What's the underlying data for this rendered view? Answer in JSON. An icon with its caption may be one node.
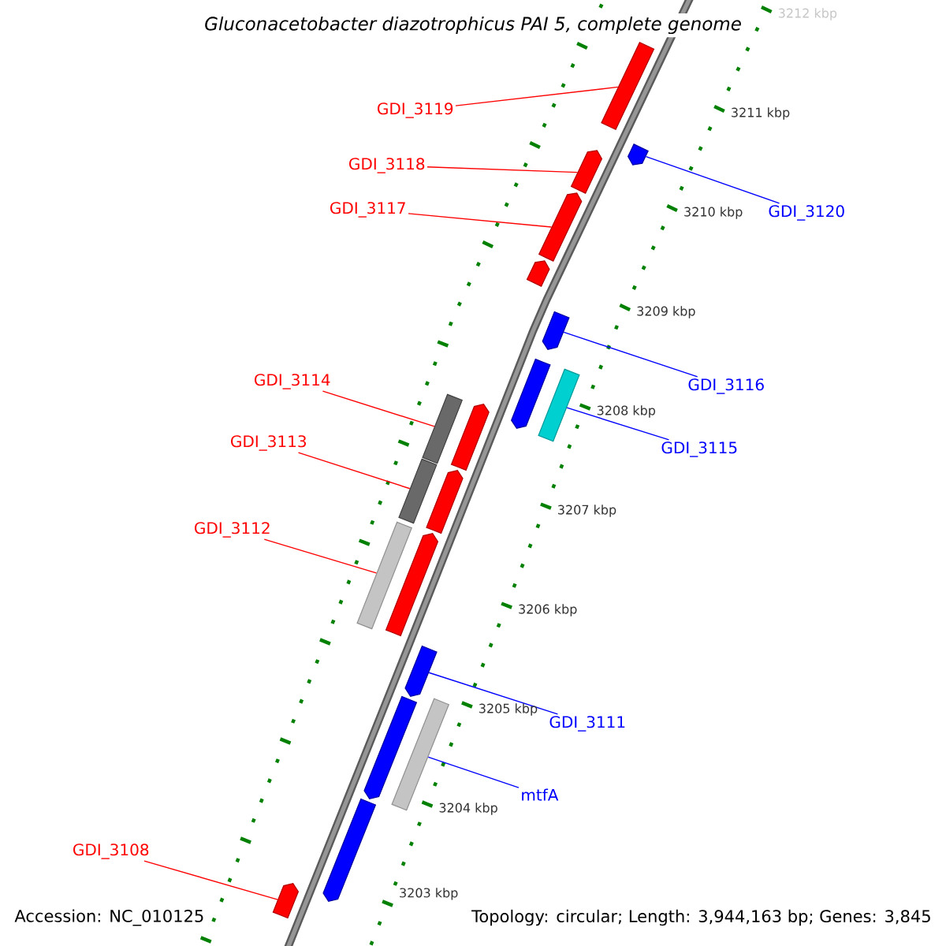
{
  "diagram": {
    "title": "Gluconacetobacter diazotrophicus PAI 5, complete genome",
    "nodes": [
      {
        "text": [
          "GDI_3119"
        ]
      },
      {
        "text": [
          "GDI_3118"
        ]
      },
      {
        "text": [
          "GDI_3120"
        ]
      },
      {
        "text": [
          "GDI_3117"
        ]
      },
      {
        "text": [
          "GDI_3116"
        ]
      },
      {
        "text": [
          "GDI_3114"
        ]
      },
      {
        "text": [
          "GDI_3115"
        ]
      },
      {
        "text": [
          "GDI_3113"
        ]
      },
      {
        "text": [
          "GDI_3112"
        ]
      },
      {
        "text": [
          "GDI_3111"
        ]
      },
      {
        "text": [
          "mtfA"
        ]
      },
      {
        "text": [
          "GDI_3108"
        ]
      },
      {
        "text": [],
        "shape": "bar"
      },
      {
        "text": [],
        "shape": "arrow"
      },
      {
        "text": [],
        "shape": "arrow"
      },
      {
        "text": [],
        "shape": "arrow"
      },
      {
        "text": [],
        "shape": "arrow"
      },
      {
        "text": [],
        "shape": "arrow"
      },
      {
        "text": [],
        "shape": "arrow"
      },
      {
        "text": [],
        "shape": "bar"
      },
      {
        "text": [],
        "shape": "bar"
      },
      {
        "text": [],
        "shape": "arrow"
      },
      {
        "text": [],
        "shape": "bar"
      },
      {
        "text": [],
        "shape": "arrow"
      },
      {
        "text": [],
        "shape": "bar"
      },
      {
        "text": [],
        "shape": "arrow"
      },
      {
        "text": [],
        "shape": "arrow"
      },
      {
        "text": [],
        "shape": "arrow"
      },
      {
        "text": [],
        "shape": "bar"
      },
      {
        "text": [],
        "shape": "arrow"
      },
      {
        "text": [],
        "shape": "arrow"
      }
    ],
    "edges": [
      {
        "from": 0,
        "to": 12,
        "arrow": "none",
        "color": "#ff0000"
      },
      {
        "from": 1,
        "to": 14,
        "arrow": "none",
        "color": "#ff0000"
      },
      {
        "from": 2,
        "to": 13,
        "arrow": "none",
        "color": "#0000ff"
      },
      {
        "from": 3,
        "to": 15,
        "arrow": "none",
        "color": "#ff0000"
      },
      {
        "from": 4,
        "to": 17,
        "arrow": "none",
        "color": "#0000ff"
      },
      {
        "from": 5,
        "to": 20,
        "arrow": "none",
        "color": "#ff0000"
      },
      {
        "from": 6,
        "to": 19,
        "arrow": "none",
        "color": "#0000ff"
      },
      {
        "from": 7,
        "to": 22,
        "arrow": "none",
        "color": "#ff0000"
      },
      {
        "from": 8,
        "to": 24,
        "arrow": "none",
        "color": "#ff0000"
      },
      {
        "from": 9,
        "to": 26,
        "arrow": "none",
        "color": "#0000ff"
      },
      {
        "from": 10,
        "to": 28,
        "arrow": "none",
        "color": "#0000ff"
      },
      {
        "from": 11,
        "to": 30,
        "arrow": "none",
        "color": "#ff0000"
      }
    ],
    "labels": [
      "3212 kbp",
      "3211 kbp",
      "3210 kbp",
      "3209 kbp",
      "3208 kbp",
      "3207 kbp",
      "3206 kbp",
      "3205 kbp",
      "3204 kbp",
      "3203 kbp",
      "Accession: NC_010125",
      "Topology: circular; Length: 3,944,163 bp; Genes: 3,845"
    ]
  }
}
